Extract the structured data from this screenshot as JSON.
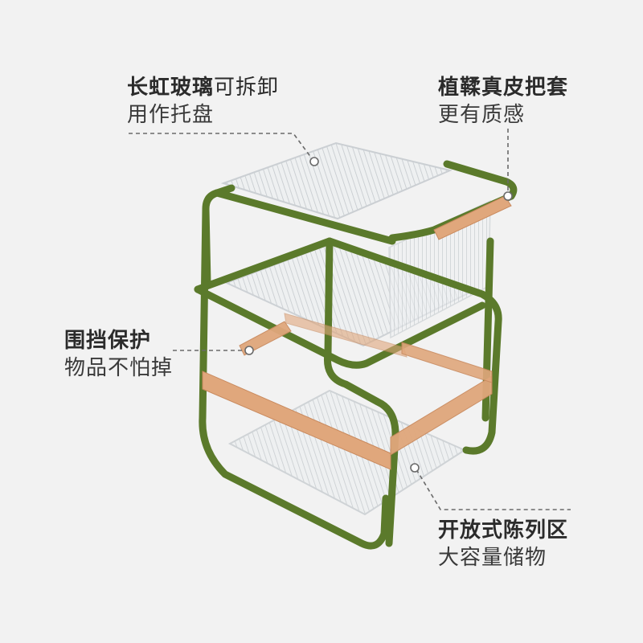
{
  "colors": {
    "background": "#f2f2f2",
    "frame": "#5b7a2b",
    "strap": "#e0a77c",
    "glass": "#c9ced2",
    "text": "#2b2b2b"
  },
  "callouts": {
    "top_left": {
      "title_bold": "长虹玻璃",
      "title_light": "可拆卸",
      "subtitle": "用作托盘"
    },
    "top_right": {
      "title": "植鞣真皮把套",
      "subtitle": "更有质感"
    },
    "mid_left": {
      "title": "围挡保护",
      "subtitle": "物品不怕掉"
    },
    "bottom_right": {
      "title": "开放式陈列区",
      "subtitle": "大容量储物"
    }
  }
}
